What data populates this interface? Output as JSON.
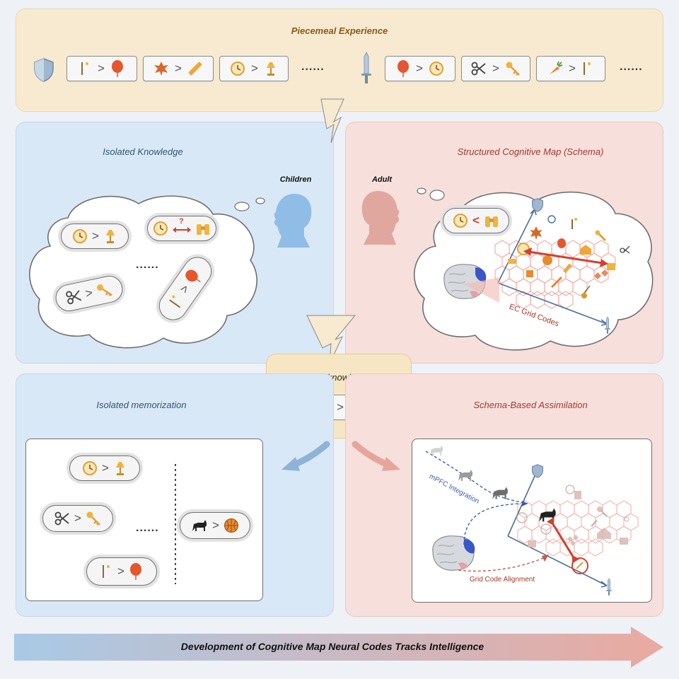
{
  "top": {
    "title": "Piecemeal Experience",
    "pairs_left": [
      {
        "a": "stick-note-icon",
        "op": ">",
        "b": "balloon-icon"
      },
      {
        "a": "leaf-icon",
        "op": ">",
        "b": "ruler-icon"
      },
      {
        "a": "clock-icon",
        "op": ">",
        "b": "lamp-icon"
      }
    ],
    "pairs_right": [
      {
        "a": "balloon-icon",
        "op": ">",
        "b": "clock-icon"
      },
      {
        "a": "scissors-icon",
        "op": ">",
        "b": "key-icon"
      },
      {
        "a": "carrot-icon",
        "op": ">",
        "b": "stick-note-icon"
      }
    ],
    "ellipsis": "......"
  },
  "children_panel": {
    "title": "Isolated Knowledge",
    "label": "Children",
    "pairs": [
      {
        "a": "clock-icon",
        "op": ">",
        "b": "lamp-icon"
      },
      {
        "a": "clock-icon",
        "op": "?",
        "b": "binoculars-icon"
      },
      {
        "a": "scissors-icon",
        "op": ">",
        "b": "key-icon"
      },
      {
        "a": "stick-note-icon",
        "op": ">",
        "b": "balloon-icon"
      }
    ],
    "ellipsis": "......"
  },
  "adult_panel": {
    "title": "Structured Cognitive Map (Schema)",
    "label": "Adult",
    "pair": {
      "a": "clock-icon",
      "op": "<",
      "b": "binoculars-icon"
    },
    "grid_label": "EC Grid Codes"
  },
  "new_knowledge": {
    "title": "New knowledge",
    "pair": {
      "a": "cat-icon",
      "op": ">",
      "b": "basketball-icon"
    }
  },
  "isolated_mem": {
    "title": "Isolated memorization",
    "pairs": [
      {
        "a": "clock-icon",
        "op": ">",
        "b": "lamp-icon"
      },
      {
        "a": "scissors-icon",
        "op": ">",
        "b": "key-icon"
      },
      {
        "a": "stick-note-icon",
        "op": ">",
        "b": "balloon-icon"
      },
      {
        "a": "cat-icon",
        "op": ">",
        "b": "basketball-icon"
      }
    ],
    "ellipsis": "......"
  },
  "schema_assim": {
    "title": "Schema-Based Assimilation",
    "mpfc_label": "mPFC Integration",
    "grid_label": "Grid Code Alignment"
  },
  "footer": {
    "text": "Development of Cognitive Map Neural Codes Tracks Intelligence"
  },
  "colors": {
    "top_bg": "#f7ead0",
    "blue_bg": "#d9e8f6",
    "pink_bg": "#f7dfdb",
    "new_bg": "#f7e6c4",
    "title_blue": "#2f5670",
    "title_red": "#a33a2e",
    "accent_red": "#d5402c"
  }
}
